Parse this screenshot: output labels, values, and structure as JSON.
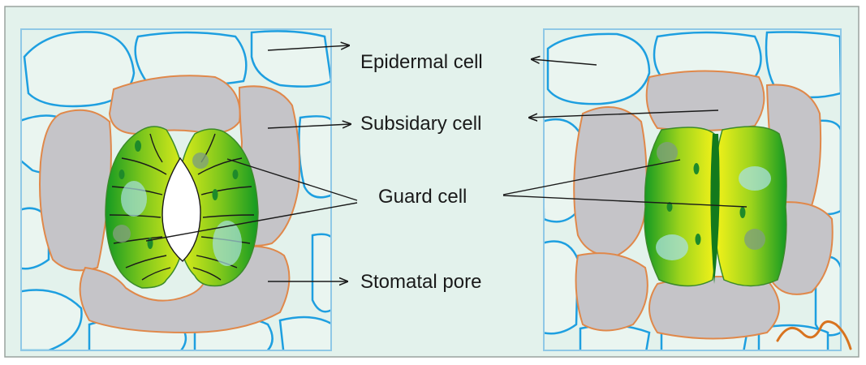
{
  "labels": {
    "epidermal": "Epidermal cell",
    "subsidiary": "Subsidary cell",
    "guard": "Guard cell",
    "pore": "Stomatal pore"
  },
  "colors": {
    "background": "#e3f2ec",
    "frame": "#8fc8e6",
    "epidermal_outline": "#1e9fe0",
    "epidermal_fill": "#eaf5f0",
    "subsidiary_fill": "#c5c4c8",
    "subsidiary_outline": "#e0884a",
    "guard_dark": "#1e9a2a",
    "guard_light": "#f2f21a",
    "watermark": "#d8731f"
  },
  "panels": {
    "left_state": "open",
    "right_state": "closed"
  }
}
